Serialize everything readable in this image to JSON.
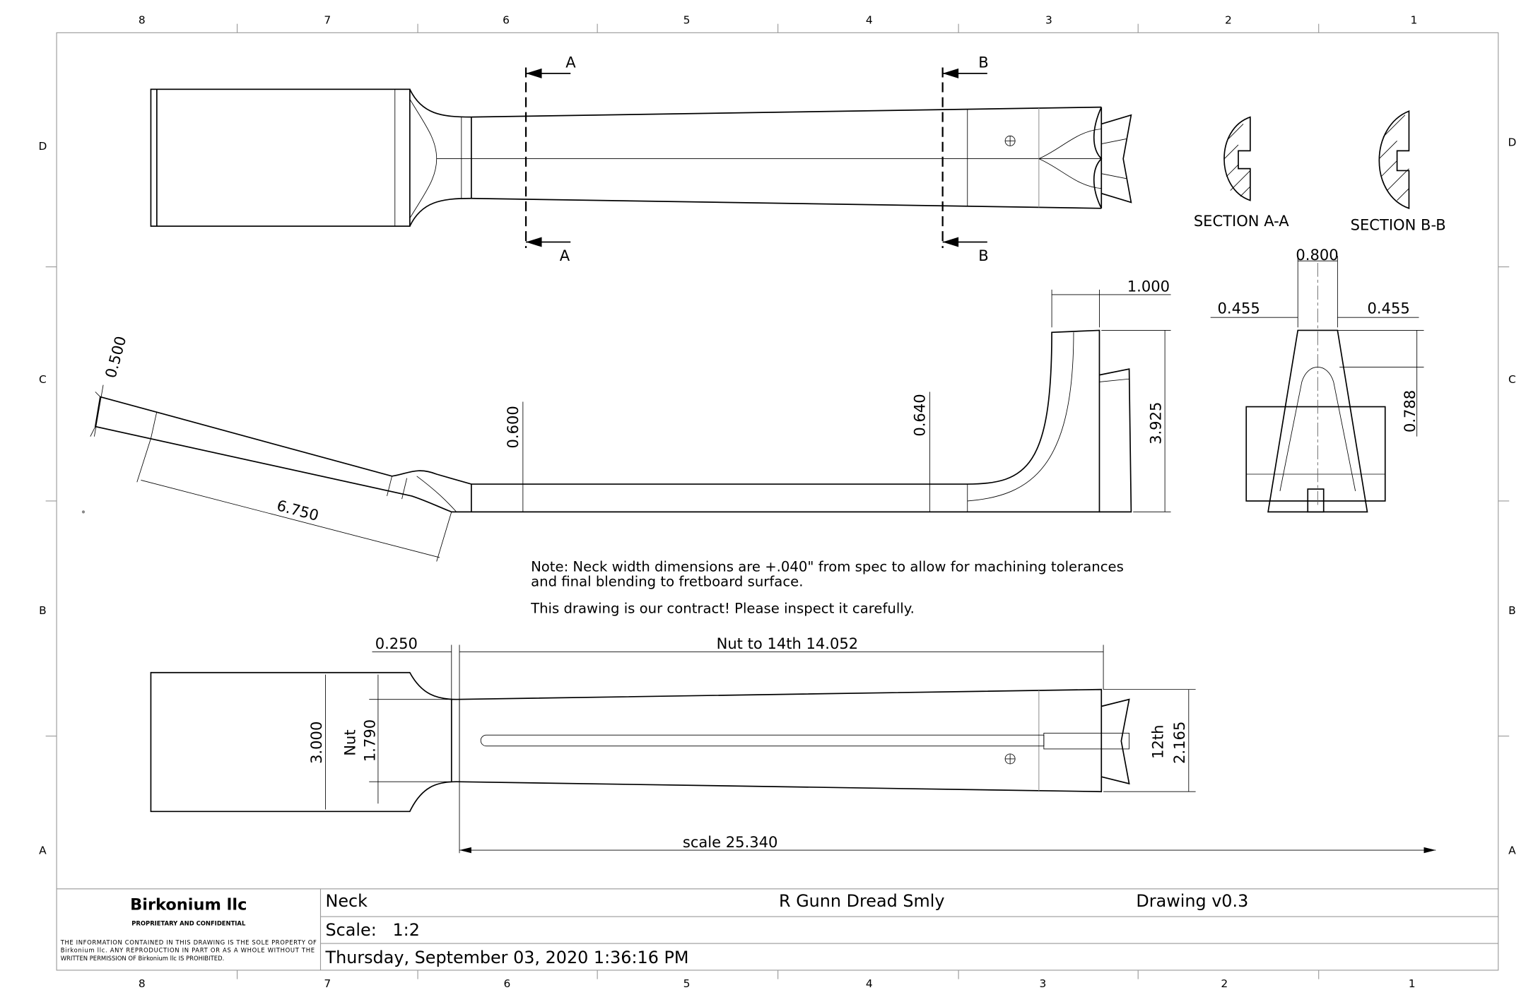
{
  "zones": {
    "columns": [
      "8",
      "7",
      "6",
      "5",
      "4",
      "3",
      "2",
      "1"
    ],
    "rows": [
      "D",
      "C",
      "B",
      "A"
    ]
  },
  "top_view": {
    "section_a": "A",
    "section_b": "B"
  },
  "sections": {
    "a_label": "SECTION A-A",
    "b_label": "SECTION B-B"
  },
  "side_view": {
    "dims": {
      "headstock_thickness": "0.500",
      "headstock_length": "6.750",
      "nut_thickness": "0.600",
      "heel_thickness": "0.640",
      "heel_width": "1.000",
      "heel_height": "3.925"
    }
  },
  "end_view": {
    "dims": {
      "top_width": "0.800",
      "left_offset": "0.455",
      "right_offset": "0.455",
      "depth": "0.788"
    }
  },
  "notes": {
    "line1": "Note: Neck width dimensions are +.040\" from spec to allow for machining tolerances",
    "line2": "and final blending to fretboard surface.",
    "line3": "This drawing is our contract!  Please inspect it carefully."
  },
  "bottom_view": {
    "dims": {
      "nut_offset": "0.250",
      "nut_to_14th": "Nut to 14th 14.052",
      "headstock_width": "3.000",
      "nut_label": "Nut",
      "nut_width": "1.790",
      "twelfth_label": "12th",
      "twelfth_width": "2.165",
      "scale": "scale 25.340"
    }
  },
  "title_block": {
    "company": "Birkonium llc",
    "confidential": "PROPRIETARY AND CONFIDENTIAL",
    "disclaimer": [
      "THE INFORMATION CONTAINED IN THIS DRAWING IS THE SOLE PROPERTY OF",
      "Birkonium llc.  ANY REPRODUCTION IN PART OR AS A WHOLE WITHOUT THE",
      "WRITTEN PERMISSION OF Birkonium llc IS PROHIBITED."
    ],
    "part": "Neck",
    "project": "R Gunn Dread Smly",
    "revision": "Drawing v0.3",
    "scale": "Scale:   1:2",
    "date": "Thursday, September 03, 2020 1:36:16 PM"
  }
}
